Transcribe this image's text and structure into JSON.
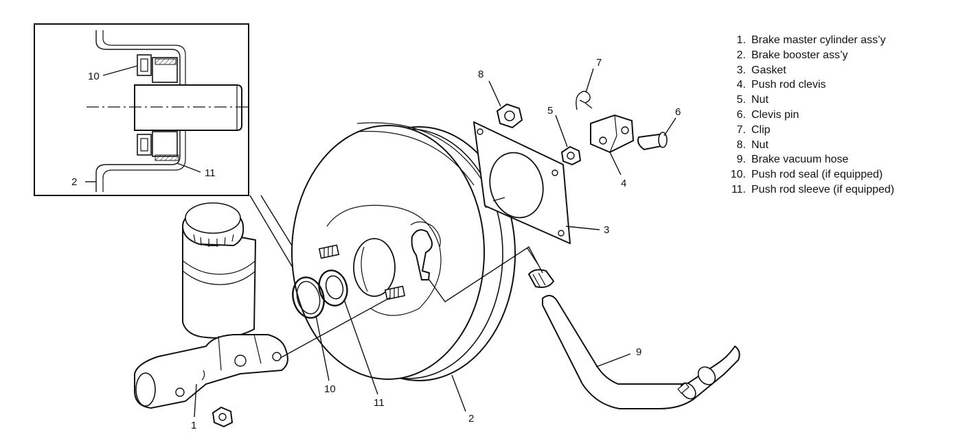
{
  "callouts": {
    "c1": "1",
    "c2": "2",
    "c3": "3",
    "c4": "4",
    "c5": "5",
    "c6": "6",
    "c7": "7",
    "c8": "8",
    "c9": "9",
    "c10": "10",
    "c11": "11",
    "inset_c2": "2",
    "inset_c10": "10",
    "inset_c11": "11"
  },
  "legend": [
    {
      "number": "1.",
      "label": "Brake master cylinder ass’y"
    },
    {
      "number": "2.",
      "label": "Brake booster ass’y"
    },
    {
      "number": "3.",
      "label": "Gasket"
    },
    {
      "number": "4.",
      "label": "Push rod clevis"
    },
    {
      "number": "5.",
      "label": "Nut"
    },
    {
      "number": "6.",
      "label": "Clevis pin"
    },
    {
      "number": "7.",
      "label": "Clip"
    },
    {
      "number": "8.",
      "label": "Nut"
    },
    {
      "number": "9.",
      "label": "Brake vacuum hose"
    },
    {
      "number": "10.",
      "label": "Push rod seal (if equipped)"
    },
    {
      "number": "11.",
      "label": "Push rod sleeve (if equipped)"
    }
  ]
}
